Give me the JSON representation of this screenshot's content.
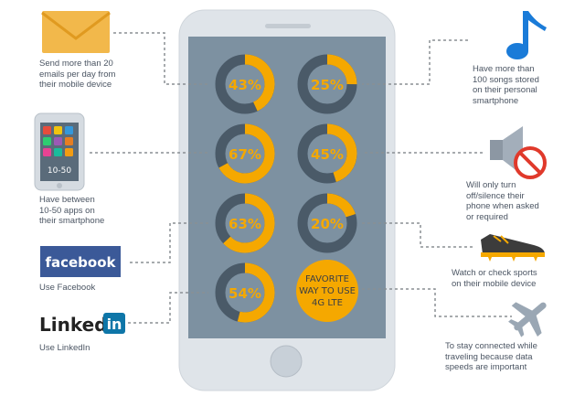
{
  "left_items": [
    {
      "icon": "envelope-icon",
      "caption": "Send more than 20\nemails per day from\ntheir mobile device"
    },
    {
      "icon": "smartphone-apps-icon",
      "caption": "Have between\n10-50 apps on\ntheir smartphone",
      "screen_text": "10-50"
    },
    {
      "icon": "facebook-logo",
      "caption": "Use Facebook",
      "logo_text": "facebook"
    },
    {
      "icon": "linkedin-logo",
      "caption": "Use LinkedIn",
      "logo_text": "Linked",
      "logo_badge": "in"
    }
  ],
  "right_items": [
    {
      "icon": "music-note-icon",
      "caption": "Have more than\n100 songs stored\non their personal\nsmartphone"
    },
    {
      "icon": "muted-speaker-icon",
      "caption": "Will only turn\noff/silence their\nphone when asked\nor required"
    },
    {
      "icon": "sports-shoe-icon",
      "caption": "Watch or check sports\non their mobile device"
    },
    {
      "icon": "airplane-icon",
      "caption": "To stay connected while\ntraveling because data\nspeeds are important"
    }
  ],
  "donuts": [
    {
      "label": "43%",
      "value": 0.43
    },
    {
      "label": "25%",
      "value": 0.25
    },
    {
      "label": "67%",
      "value": 0.67
    },
    {
      "label": "45%",
      "value": 0.45
    },
    {
      "label": "63%",
      "value": 0.63
    },
    {
      "label": "20%",
      "value": 0.2
    },
    {
      "label": "54%",
      "value": 0.54
    }
  ],
  "favorite": {
    "line1": "FAVORITE",
    "line2": "WAY TO USE",
    "line3": "4G LTE"
  },
  "colors": {
    "accent": "#f5a800",
    "track": "#4a5a68",
    "screen": "#7d91a1",
    "phone_body": "#dfe4e9",
    "connector": "#8a8f94",
    "facebook": "#3b5998",
    "linkedin": "#0e76a8",
    "music": "#1a7bd8"
  }
}
